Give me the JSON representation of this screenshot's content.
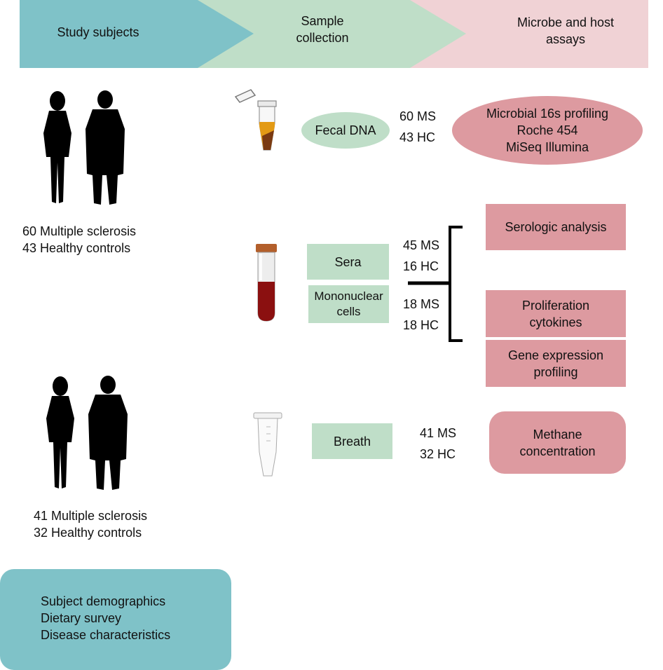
{
  "header": {
    "col1": "Study subjects",
    "col2_line1": "Sample",
    "col2_line2": "collection",
    "col3_line1": "Microbe and host",
    "col3_line2": "assays",
    "colors": {
      "teal": "#7fc2c8",
      "green": "#bfdec8",
      "pink": "#f0d2d5"
    }
  },
  "cohort1": {
    "line1": "60 Multiple sclerosis",
    "line2": "43 Healthy controls"
  },
  "cohort2": {
    "line1": "41 Multiple sclerosis",
    "line2": "32 Healthy controls"
  },
  "samples": {
    "fecal": "Fecal DNA",
    "sera": "Sera",
    "mono_line1": "Mononuclear",
    "mono_line2": "cells",
    "breath": "Breath"
  },
  "counts": {
    "fecal_ms": "60 MS",
    "fecal_hc": "43 HC",
    "sera_ms": "45 MS",
    "sera_hc": "16 HC",
    "mono_ms": "18 MS",
    "mono_hc": "18 HC",
    "breath_ms": "41 MS",
    "breath_hc": "32 HC"
  },
  "assays": {
    "microbial_line1": "Microbial 16s profiling",
    "microbial_line2": "Roche 454",
    "microbial_line3": "MiSeq Illumina",
    "serologic": "Serologic analysis",
    "prolif_line1": "Proliferation",
    "prolif_line2": "cytokines",
    "gene_line1": "Gene expression",
    "gene_line2": "profiling",
    "methane_line1": "Methane",
    "methane_line2": "concentration",
    "color": "#dd9aa0"
  },
  "footer": {
    "line1": "Subject demographics",
    "line2": "Dietary survey",
    "line3": "Disease characteristics"
  },
  "icons": [
    "person-silhouette-icon",
    "fecal-tube-icon",
    "blood-tube-icon",
    "breath-tube-icon"
  ]
}
